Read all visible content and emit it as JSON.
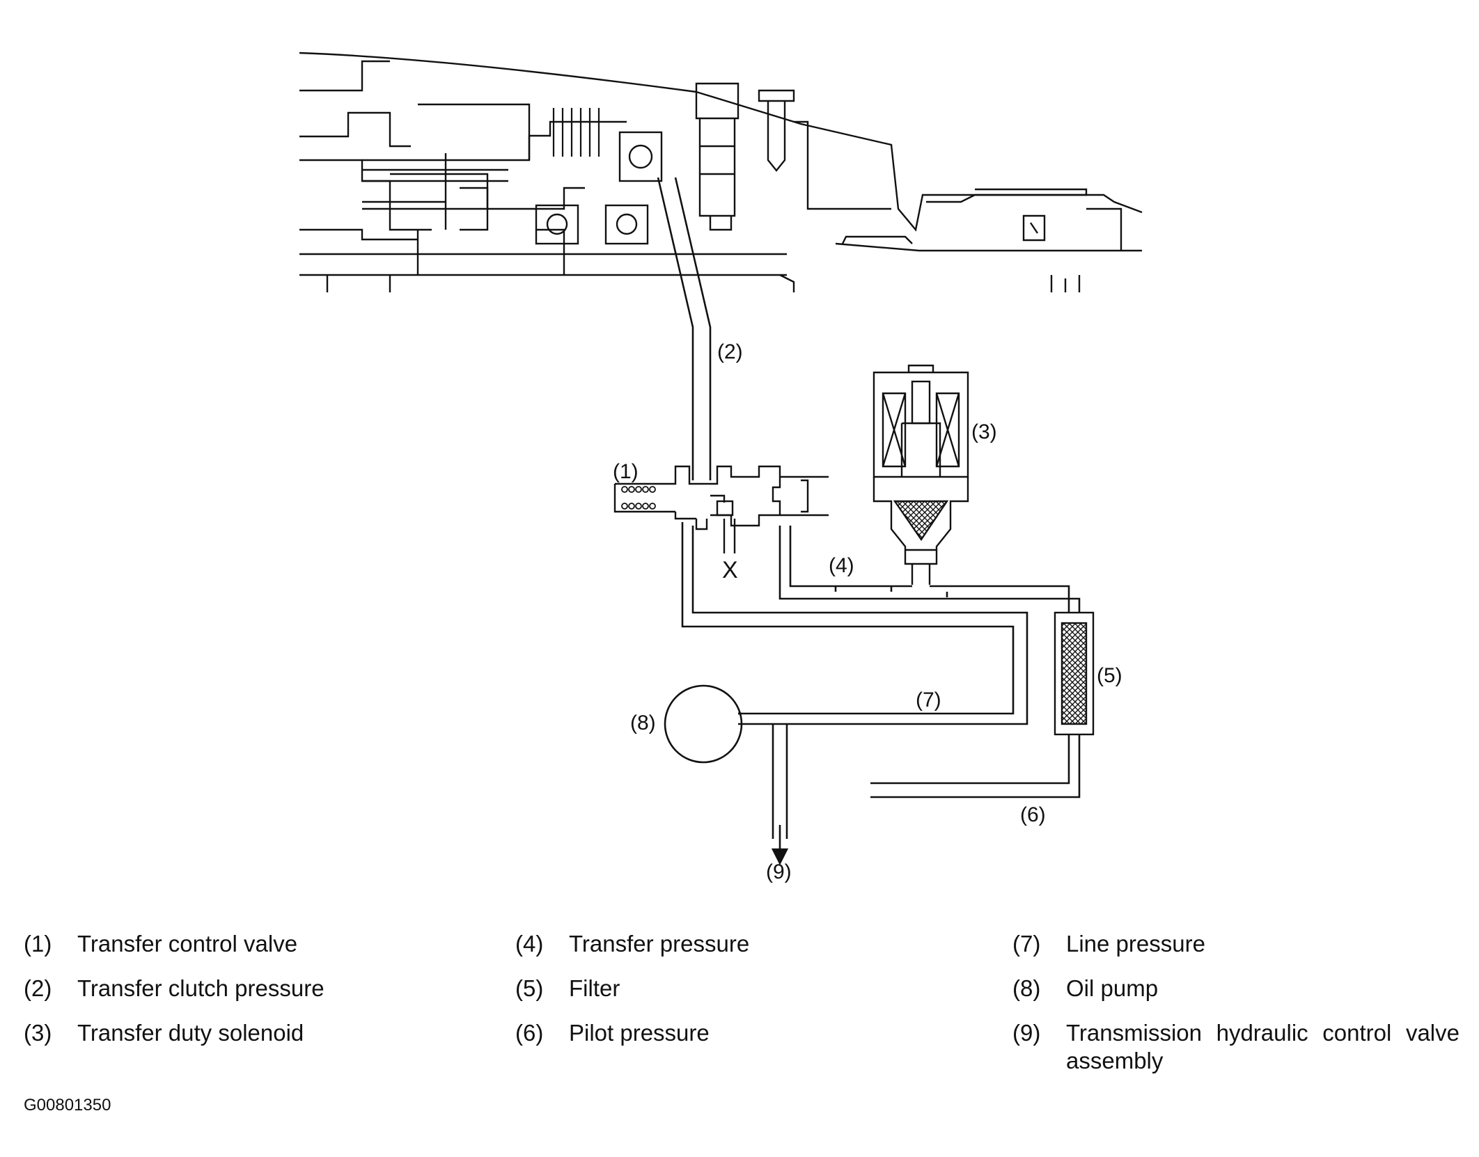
{
  "callouts": [
    "(1)",
    "(2)",
    "(3)",
    "(4)",
    "(5)",
    "(6)",
    "(7)",
    "(8)",
    "(9)"
  ],
  "drain_mark": "X",
  "legend": [
    {
      "num": "(1)",
      "text": "Transfer control valve"
    },
    {
      "num": "(2)",
      "text": "Transfer clutch pressure"
    },
    {
      "num": "(3)",
      "text": "Transfer duty solenoid"
    },
    {
      "num": "(4)",
      "text": "Transfer pressure"
    },
    {
      "num": "(5)",
      "text": "Filter"
    },
    {
      "num": "(6)",
      "text": "Pilot pressure"
    },
    {
      "num": "(7)",
      "text": "Line pressure"
    },
    {
      "num": "(8)",
      "text": "Oil pump"
    },
    {
      "num": "(9)",
      "text": "Transmission hydraulic control valve assembly"
    }
  ],
  "figure_id": "G00801350",
  "colors": {
    "line": "#111111",
    "background": "#ffffff"
  }
}
